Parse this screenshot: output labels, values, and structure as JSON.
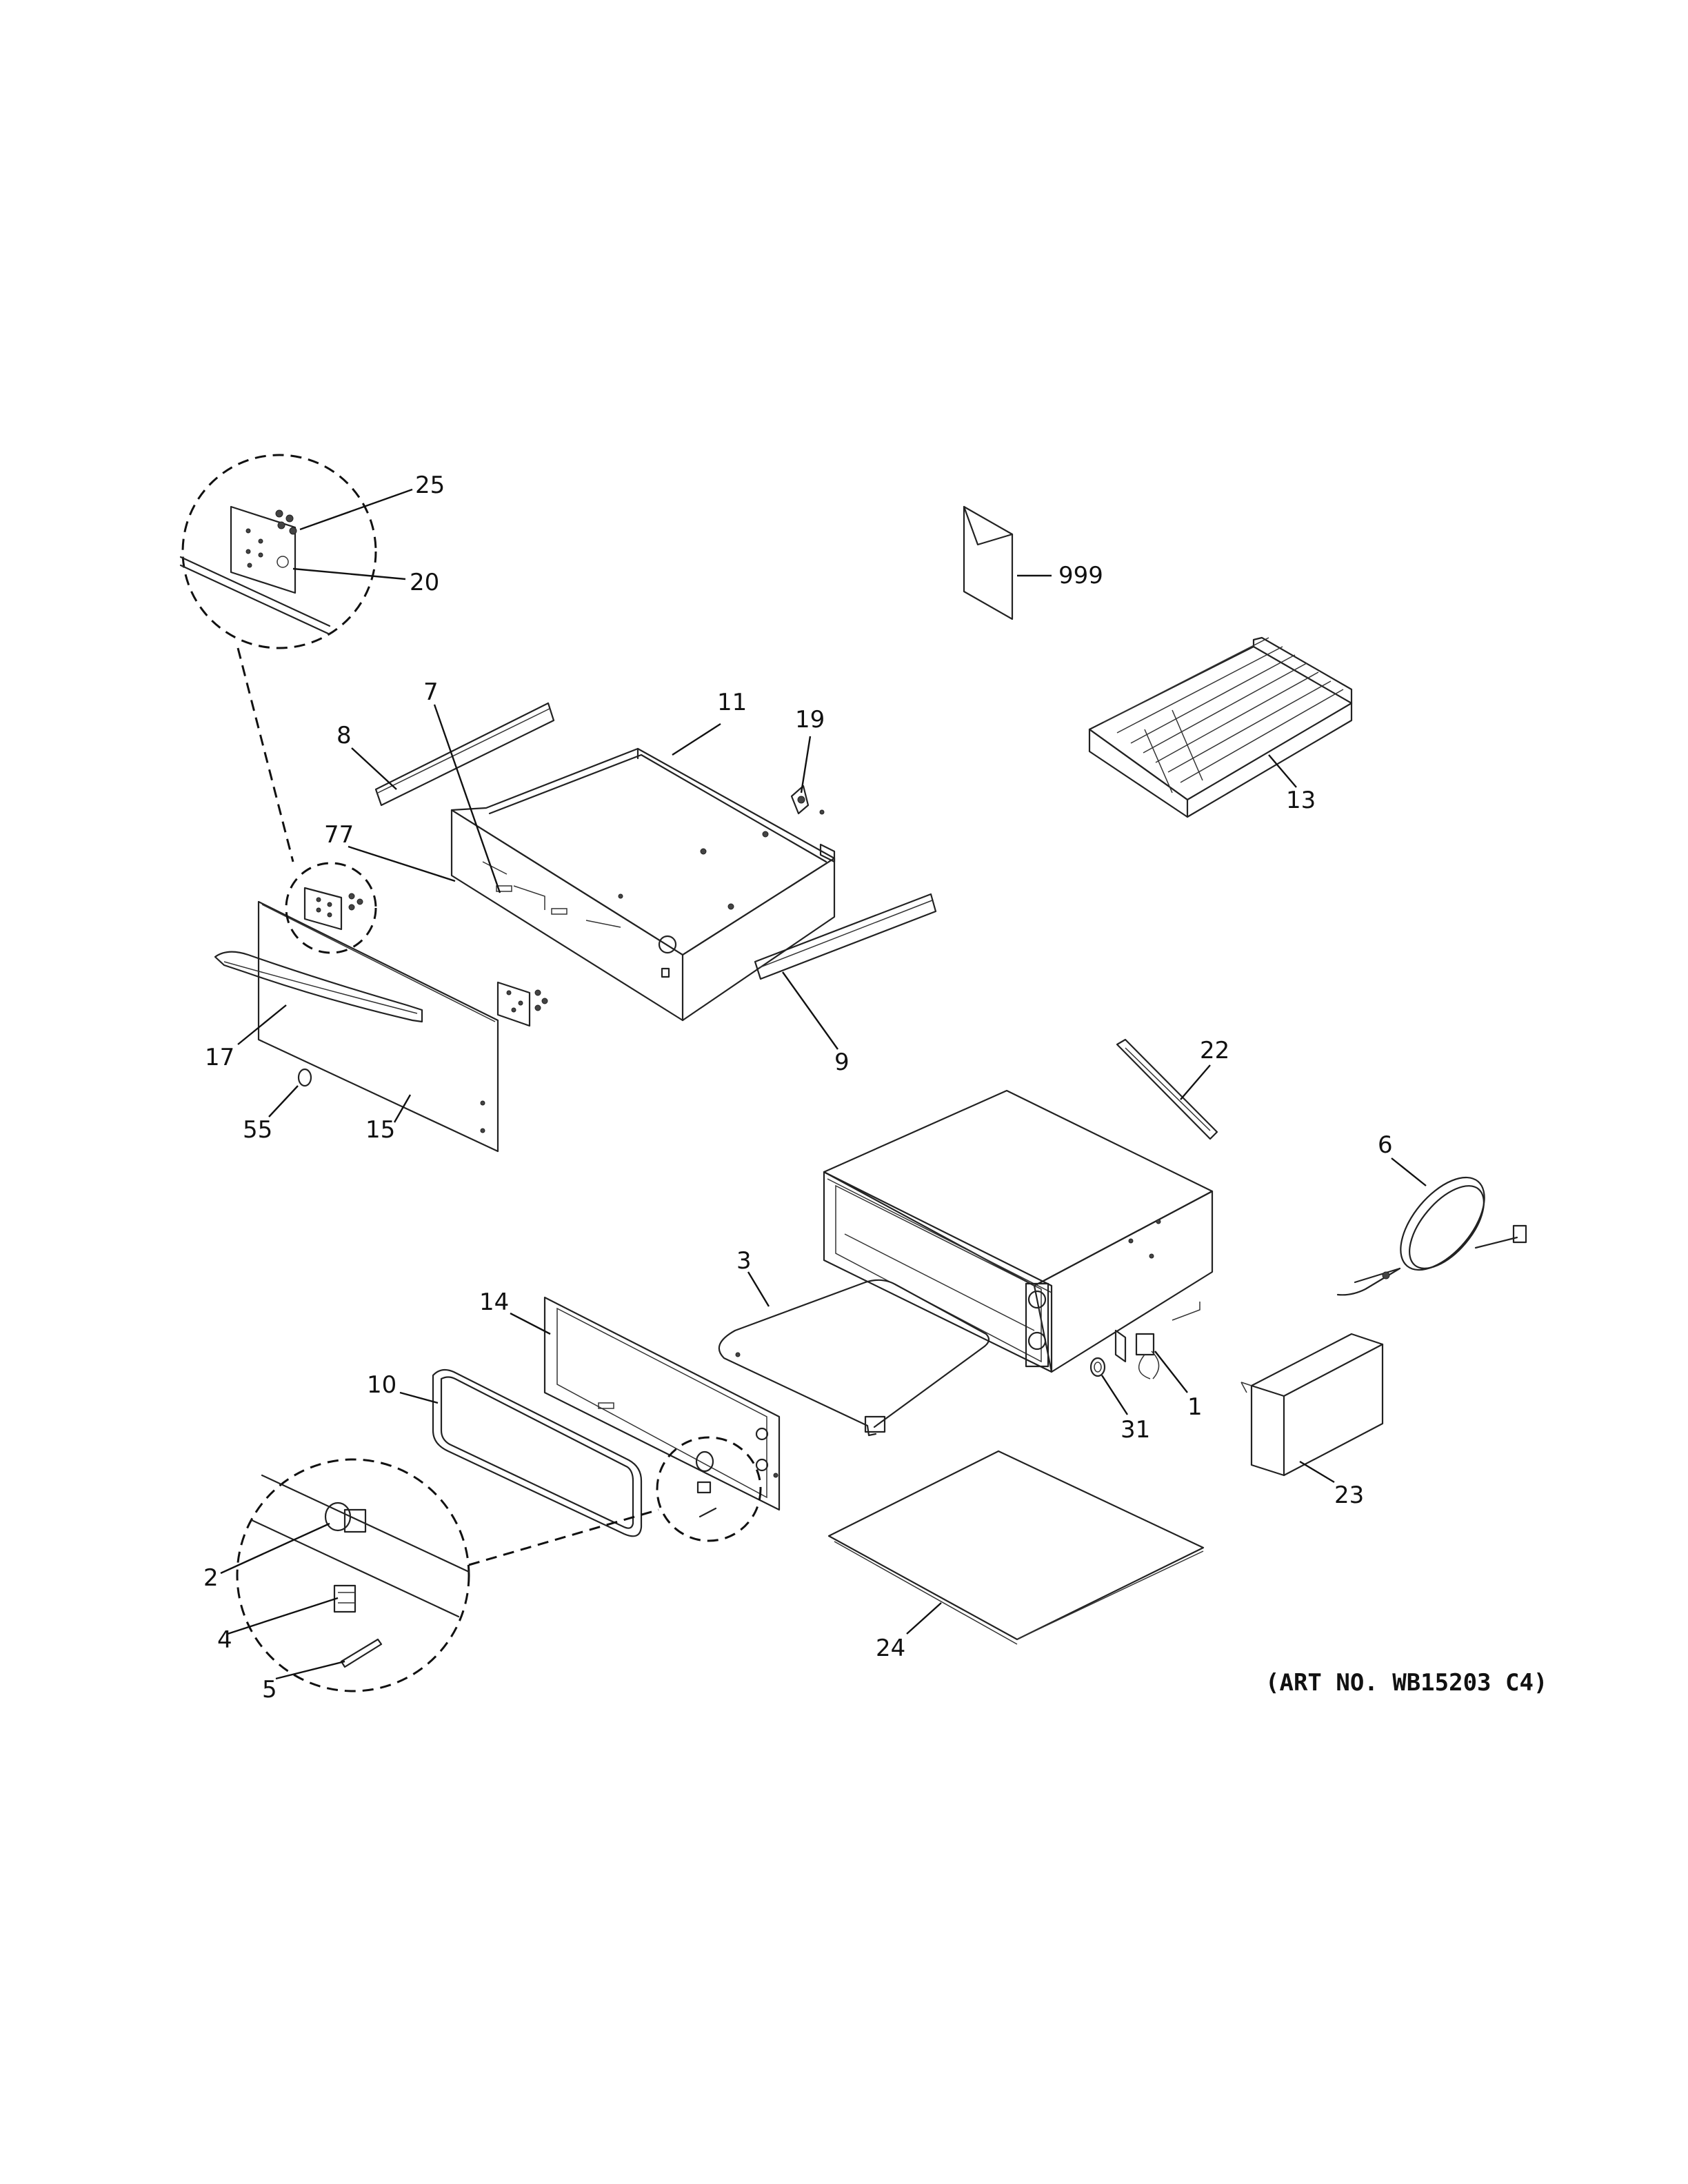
{
  "callouts": [
    {
      "id": "c25",
      "text": "25"
    },
    {
      "id": "c20",
      "text": "20"
    },
    {
      "id": "c999",
      "text": "999"
    },
    {
      "id": "c8",
      "text": "8"
    },
    {
      "id": "c7",
      "text": "7"
    },
    {
      "id": "c11",
      "text": "11"
    },
    {
      "id": "c19",
      "text": "19"
    },
    {
      "id": "c13",
      "text": "13"
    },
    {
      "id": "c77",
      "text": "77"
    },
    {
      "id": "c9",
      "text": "9"
    },
    {
      "id": "c17",
      "text": "17"
    },
    {
      "id": "c55",
      "text": "55"
    },
    {
      "id": "c15",
      "text": "15"
    },
    {
      "id": "c22",
      "text": "22"
    },
    {
      "id": "c6",
      "text": "6"
    },
    {
      "id": "c3",
      "text": "3"
    },
    {
      "id": "c14",
      "text": "14"
    },
    {
      "id": "c10",
      "text": "10"
    },
    {
      "id": "c1",
      "text": "1"
    },
    {
      "id": "c31",
      "text": "31"
    },
    {
      "id": "c23",
      "text": "23"
    },
    {
      "id": "c2",
      "text": "2"
    },
    {
      "id": "c4",
      "text": "4"
    },
    {
      "id": "c5",
      "text": "5"
    },
    {
      "id": "c24",
      "text": "24"
    }
  ],
  "art_number": "(ART NO. WB15203 C4)"
}
